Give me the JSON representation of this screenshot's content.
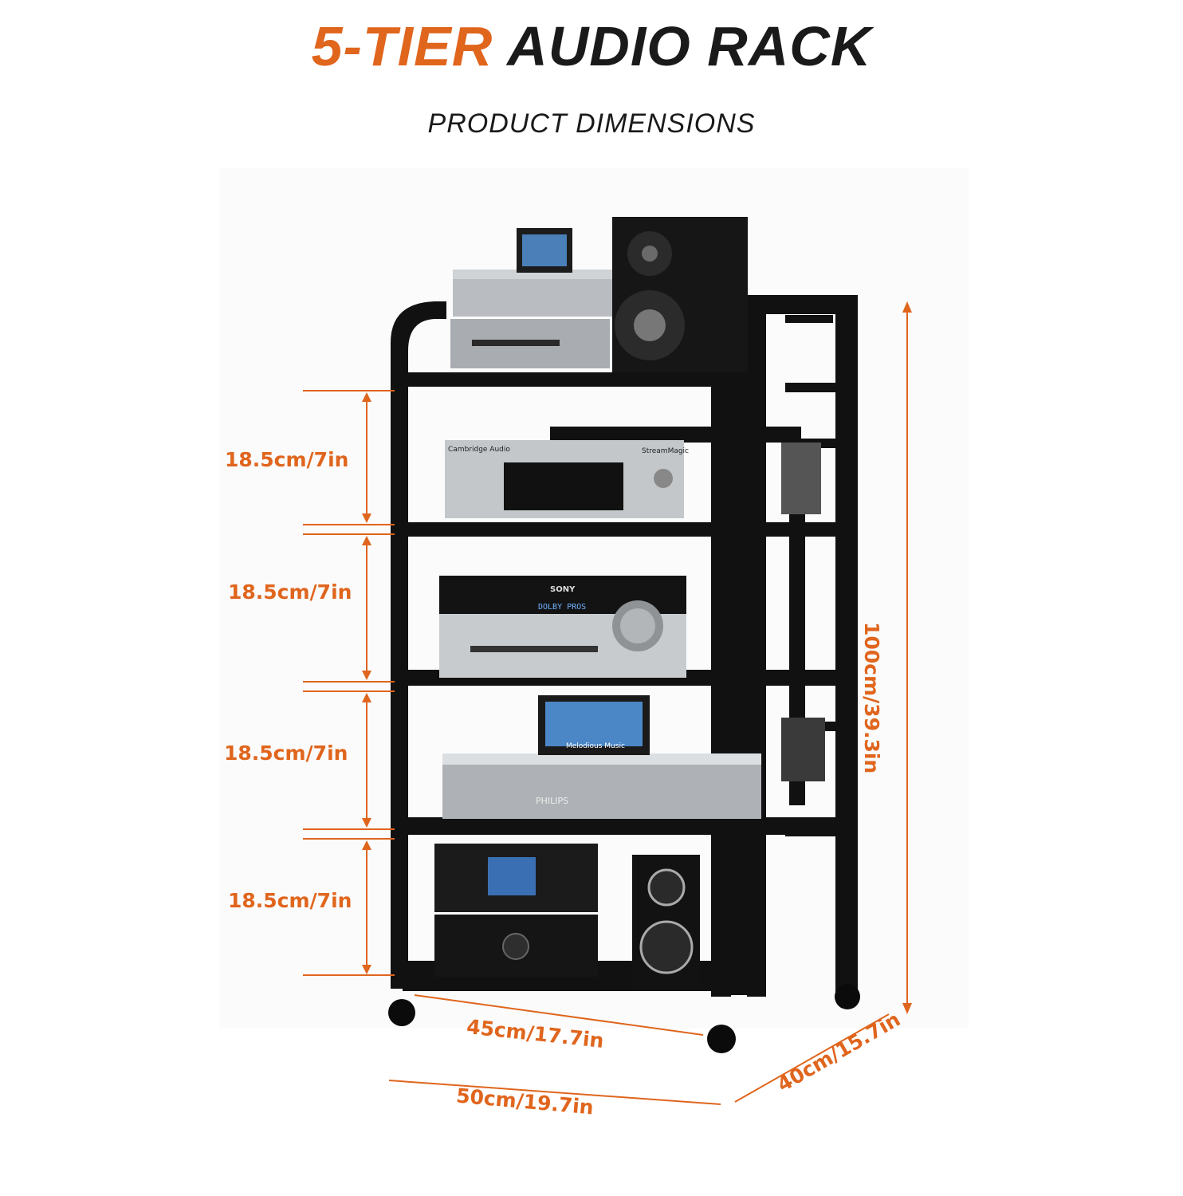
{
  "title": {
    "accent": "5-TIER",
    "main": "AUDIO RACK"
  },
  "subtitle": "PRODUCT DIMENSIONS",
  "dimensions": {
    "tier_heights": [
      "18.5cm/7in",
      "18.5cm/7in",
      "18.5cm/7in",
      "18.5cm/7in"
    ],
    "total_height": "100cm/39.3in",
    "inner_width": "45cm/17.7in",
    "outer_width": "50cm/19.7in",
    "depth": "40cm/15.7in"
  },
  "device_labels": {
    "cambridge": "Cambridge Audio",
    "streammagic": "StreamMagic",
    "sony": "SONY",
    "dolby": "DOLBY PROS",
    "philips": "PHILIPS",
    "melodious": "Melodious Music"
  },
  "colors": {
    "accent": "#e0651d",
    "frame": "#111111",
    "device_silver": "#b9bcc0"
  }
}
